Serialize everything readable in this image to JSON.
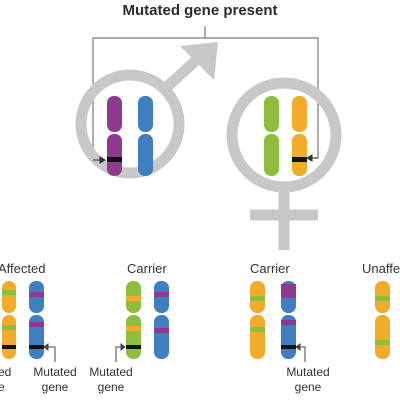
{
  "title": "Mutated gene present",
  "symbols": [
    "male-symbol",
    "female-symbol"
  ],
  "offspring": [
    {
      "label": "Affected",
      "annotations": [
        "Mutated gene"
      ],
      "left_annotation_partial": "ed\ne"
    },
    {
      "label": "Carrier",
      "annotations": [
        "Mutated gene"
      ]
    },
    {
      "label": "Carrier",
      "annotations": [
        "Mutated gene"
      ]
    },
    {
      "label": "Unaffe"
    }
  ],
  "colors": {
    "symbol_gray": "#c8c8c8",
    "bracket": "#7a7a7a",
    "purple": "#8e3b8f",
    "blue": "#3f7fc1",
    "green": "#8fbe3e",
    "orange": "#f0ac2a",
    "band": "#111111"
  }
}
